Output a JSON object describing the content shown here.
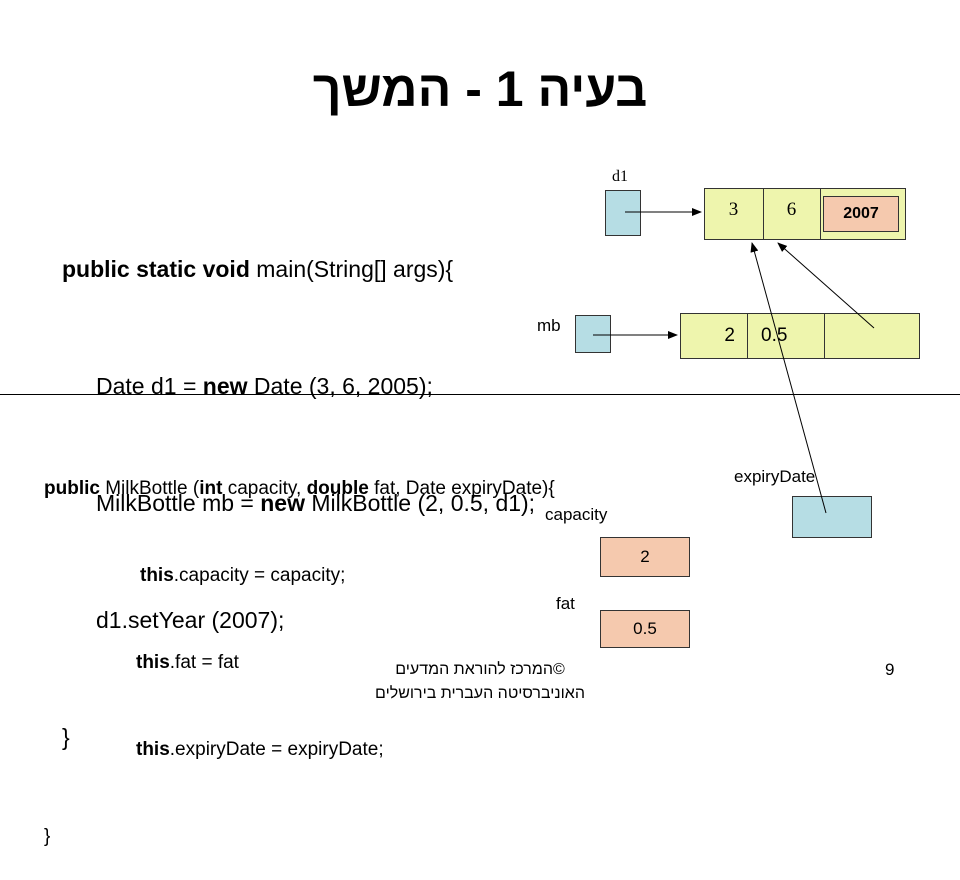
{
  "title": "בעיה 1 - המשך",
  "main_code": [
    {
      "parts": [
        {
          "t": "public static void",
          "b": true
        },
        {
          "t": " main(String[] args){",
          "b": false
        }
      ]
    },
    {
      "parts": [
        {
          "t": "Date d1 = ",
          "b": false
        },
        {
          "t": "new",
          "b": true
        },
        {
          "t": " Date (3, 6, 2005);",
          "b": false
        }
      ]
    },
    {
      "parts": [
        {
          "t": "MilkBottle mb = ",
          "b": false
        },
        {
          "t": "new",
          "b": true
        },
        {
          "t": " MilkBottle (2, 0.5, d1);",
          "b": false
        }
      ]
    },
    {
      "parts": [
        {
          "t": "d1.setYear (2007);",
          "b": false
        }
      ]
    },
    {
      "parts": [
        {
          "t": "}",
          "b": false
        }
      ]
    }
  ],
  "ctor_code": [
    {
      "parts": [
        {
          "t": "public",
          "b": true
        },
        {
          "t": " MilkBottle (",
          "b": false
        },
        {
          "t": "int",
          "b": true
        },
        {
          "t": " capacity, ",
          "b": false
        },
        {
          "t": "double",
          "b": true
        },
        {
          "t": " fat, Date expiryDate){",
          "b": false
        }
      ]
    },
    {
      "parts": [
        {
          "t": "this",
          "b": true
        },
        {
          "t": ".capacity = capacity;",
          "b": false
        }
      ]
    },
    {
      "parts": [
        {
          "t": "this",
          "b": true
        },
        {
          "t": ".fat = fat",
          "b": false
        }
      ]
    },
    {
      "parts": [
        {
          "t": "this",
          "b": true
        },
        {
          "t": ".expiryDate = expiryDate;",
          "b": false
        }
      ]
    },
    {
      "parts": [
        {
          "t": "}",
          "b": false
        }
      ]
    }
  ],
  "diagram": {
    "d1_label": "d1",
    "mb_label": "mb",
    "date_day": "3",
    "date_month": "6",
    "date_year": "2007",
    "mb_capacity": "2",
    "mb_fat": "0.5",
    "expiry_label": "expiryDate",
    "capacity_label": "capacity",
    "capacity_value": "2",
    "fat_label": "fat",
    "fat_value": "0.5"
  },
  "footer": {
    "line1": "©המרכז להוראת המדעים",
    "line2": "האוניברסיטה העברית בירושלים"
  },
  "page_number": "9",
  "colors": {
    "reference": "#b6dde4",
    "object": "#eef5ad",
    "value": "#f5c9ae"
  }
}
